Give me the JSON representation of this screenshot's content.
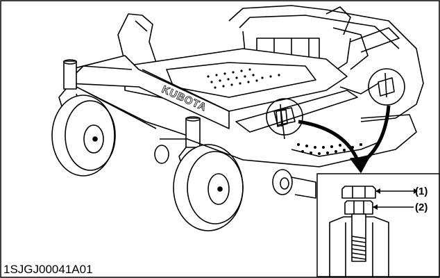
{
  "figure_code": "1SJGJ00041A01",
  "brand_text": "KUBOTA",
  "callouts": [
    {
      "label": "(1)"
    },
    {
      "label": "(2)"
    }
  ],
  "colors": {
    "line": "#000000",
    "background": "#ffffff"
  }
}
